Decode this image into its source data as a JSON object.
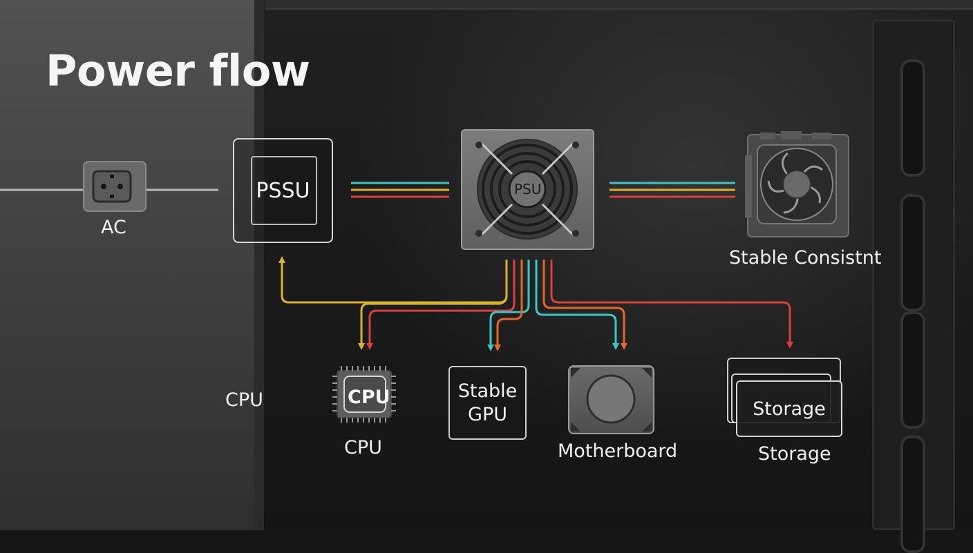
{
  "title": "Power flow",
  "nodes": {
    "ac": {
      "label": "AC"
    },
    "pssu": {
      "label": "PSSU"
    },
    "psu": {
      "label": "PSU"
    },
    "stable_consistent": {
      "label": "Stable Consistnt"
    },
    "cpu_side": {
      "label": "CPU"
    },
    "cpu": {
      "chip_label": "CPU",
      "label": "CPU"
    },
    "gpu": {
      "line1": "Stable",
      "line2": "GPU"
    },
    "motherboard": {
      "label": "Motherboard"
    },
    "storage": {
      "box_label": "Storage",
      "label": "Storage"
    }
  },
  "colors": {
    "teal": "#3ec6c4",
    "yellow": "#d9b230",
    "red": "#d8413a",
    "orange": "#e0682a",
    "wire": "#b9b9b9"
  }
}
